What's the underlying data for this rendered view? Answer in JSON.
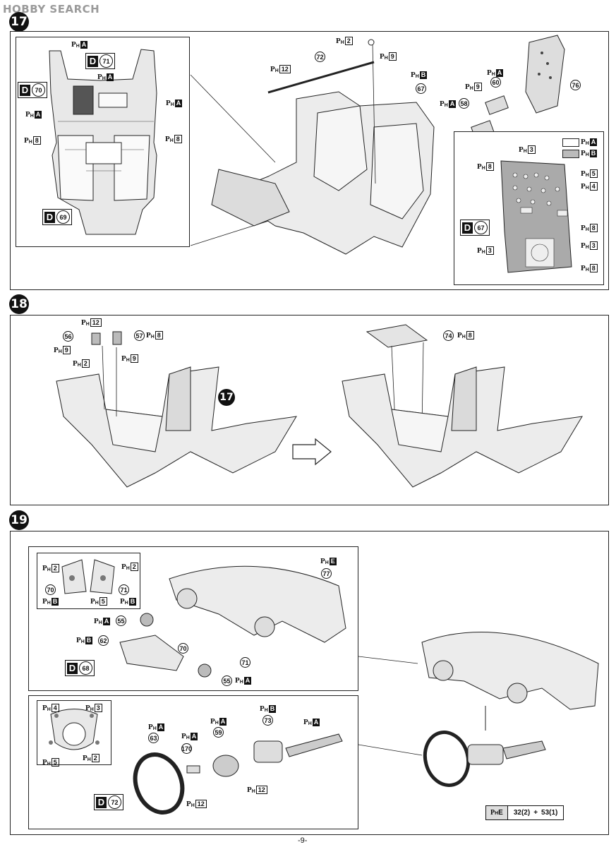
{
  "header": {
    "logo_brand": "HOBBY SEARCH",
    "page_number": "-9-"
  },
  "steps": [
    {
      "number": "17"
    },
    {
      "number": "18"
    },
    {
      "number": "19"
    }
  ],
  "step17": {
    "left_box": {
      "pha_1": "A",
      "pha_2": "A",
      "pha_3": "A",
      "pha_4": "A",
      "ph8_1": "8",
      "ph8_2": "8",
      "decals": [
        "71",
        "70",
        "69"
      ]
    },
    "main": {
      "ph12": "12",
      "part72": "72",
      "ph2": "2",
      "ph9": "9",
      "phb": "B",
      "part67": "67",
      "pha60": "A",
      "part60": "60",
      "ph9b": "9",
      "part58": "58",
      "pha58": "A",
      "part76": "76"
    },
    "detail": {
      "legend_a": "A",
      "legend_b": "B",
      "ph3_top": "3",
      "ph8_top": "8",
      "ph5": "5",
      "ph4": "4",
      "decal67": "67",
      "ph8_mid": "8",
      "ph3_left": "3",
      "ph3_right": "3",
      "ph8_bot": "8"
    }
  },
  "step18": {
    "ph12": "12",
    "part56": "56",
    "part57": "57",
    "ph8": "8",
    "ph9_a": "9",
    "ph2": "2",
    "ph9_b": "9",
    "step_ref": "17",
    "part74": "74",
    "ph8_b": "8"
  },
  "step19": {
    "inset_top": {
      "ph2_a": "2",
      "ph2_b": "2",
      "part70": "70",
      "part71": "71",
      "phb_a": "B",
      "ph5": "5",
      "phb_b": "B"
    },
    "dash": {
      "phe": "E",
      "part77": "77",
      "pha55": "A",
      "part55": "55",
      "phb62": "B",
      "part62": "62",
      "part70": "70",
      "part71": "71",
      "decal68": "68",
      "part55b": "55",
      "pha55b": "A"
    },
    "inset_bottom": {
      "ph4": "4",
      "ph3": "3",
      "ph5": "5",
      "ph2": "2"
    },
    "wheel": {
      "pha63": "A",
      "part63": "63",
      "pha170": "A",
      "part170": "170",
      "pha59": "A",
      "part59": "59",
      "phb73": "B",
      "part73": "73",
      "pha_shaft": "A",
      "decal72": "72",
      "ph12a": "12",
      "ph12b": "12"
    },
    "note": {
      "label": "E",
      "text": "32(2) + 53(1)"
    }
  }
}
